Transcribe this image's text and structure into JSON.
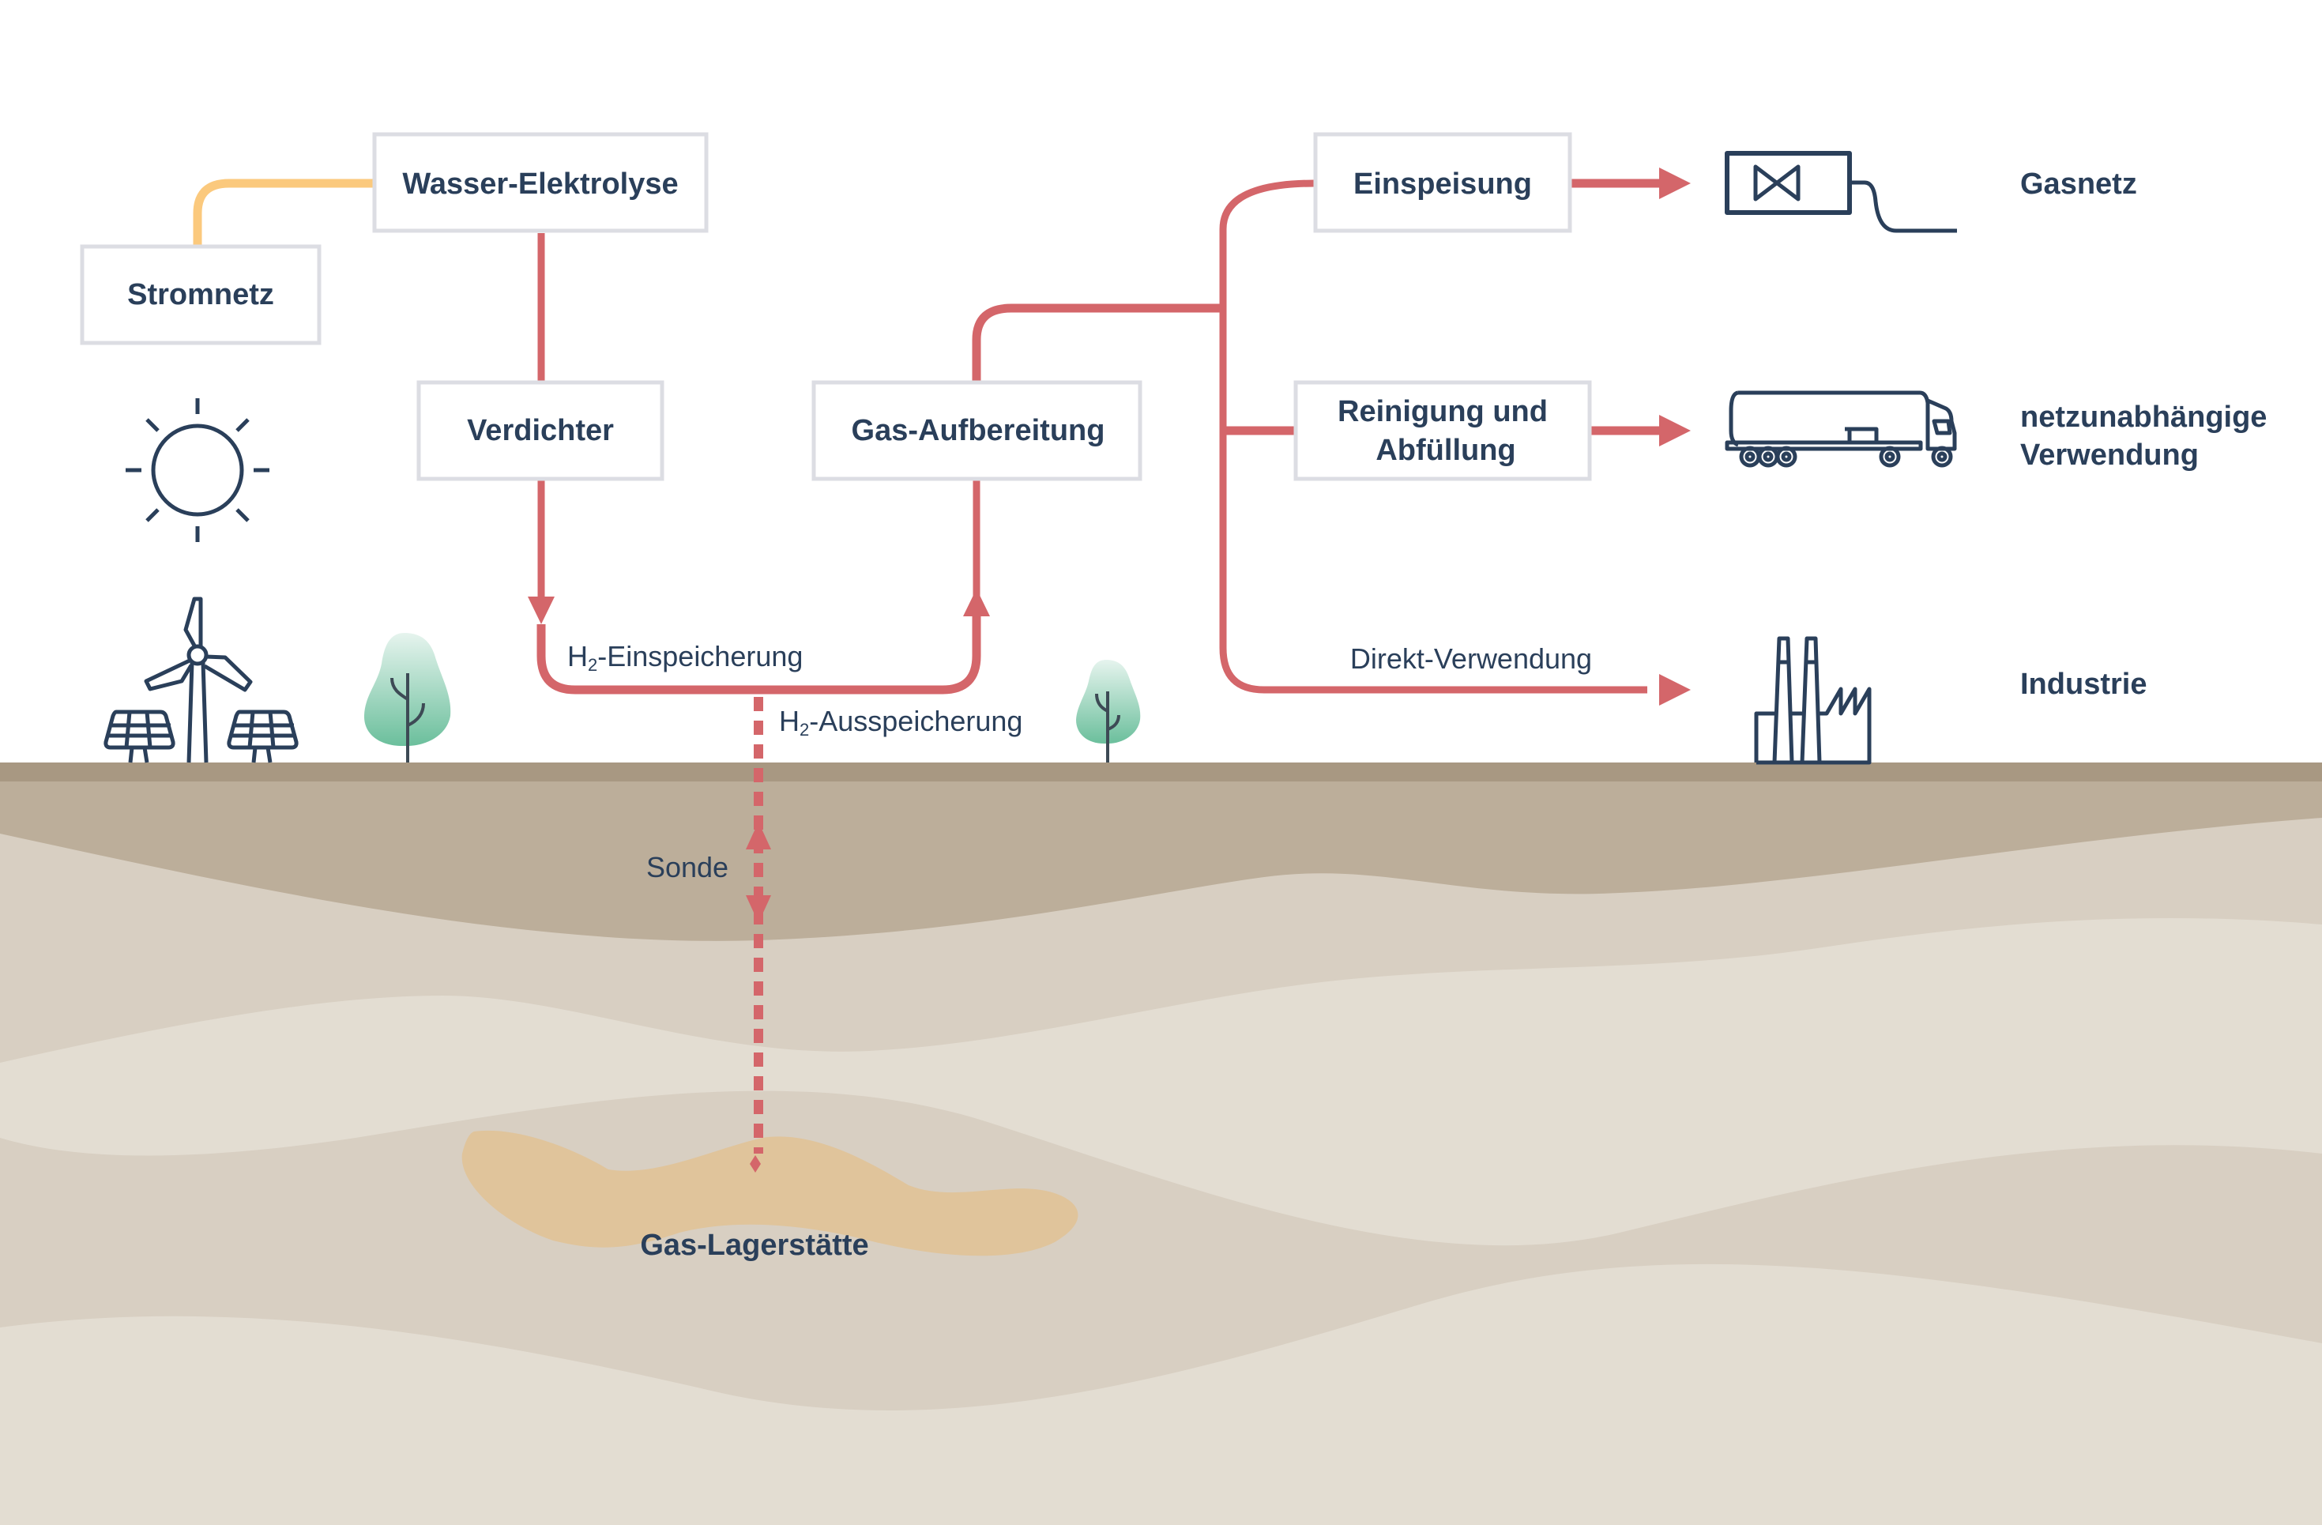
{
  "diagram": {
    "title": "Wasserstoff-Speicherung in Gas-Lagerstätte",
    "nodes": {
      "stromnetz": "Stromnetz",
      "elektrolyse": "Wasser-Elektrolyse",
      "verdichter": "Verdichter",
      "aufbereitung": "Gas-Aufbereitung",
      "einspeisung": "Einspeisung",
      "reinigung_line1": "Reinigung und",
      "reinigung_line2": "Abfüllung"
    },
    "destinations": {
      "gasnetz": "Gasnetz",
      "netzunabhaengig_line1": "netzunabhängige",
      "netzunabhaengig_line2": "Verwendung",
      "industrie": "Industrie"
    },
    "flow_labels": {
      "einspeicherung_prefix": "H",
      "einspeicherung_sub": "2",
      "einspeicherung_suffix": "-Einspeicherung",
      "ausspeicherung_prefix": "H",
      "ausspeicherung_sub": "2",
      "ausspeicherung_suffix": "-Ausspeicherung",
      "direkt": "Direkt-Verwendung",
      "sonde": "Sonde"
    },
    "underground": {
      "reservoir": "Gas-Lagerstätte"
    },
    "icons": [
      "sun-icon",
      "wind-turbine-icon",
      "solar-panel-icon",
      "tree-icon",
      "valve-icon",
      "tanker-truck-icon",
      "factory-icon"
    ],
    "colors": {
      "pipe": "#d4666a",
      "power_line": "#fbc97d",
      "text": "#2a3f5a",
      "box_border": "#dcdde3",
      "ground_top": "#a89882",
      "soil_1": "#bcae9a",
      "soil_2": "#d8cfc2",
      "soil_3": "#e3ddd2",
      "reservoir": "#e0c49b",
      "tree_green": "#6bbf9c"
    }
  }
}
